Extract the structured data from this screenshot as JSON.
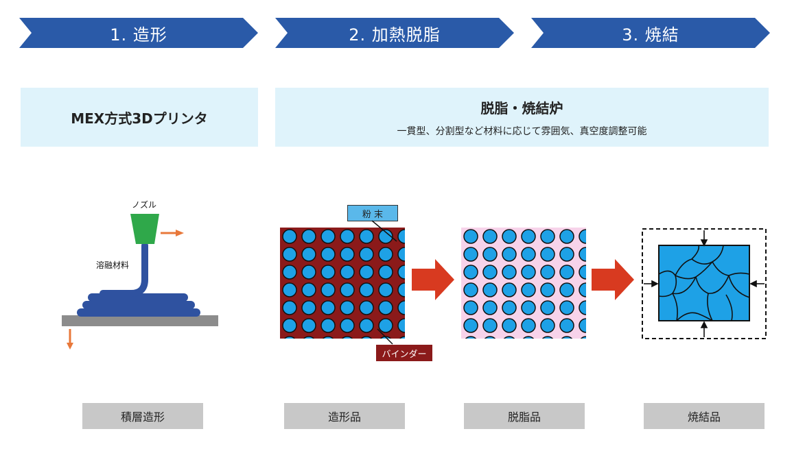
{
  "steps": [
    {
      "label": "1. 造形"
    },
    {
      "label": "2. 加熱脱脂"
    },
    {
      "label": "3. 焼結"
    }
  ],
  "equipment": {
    "printer": "MEX方式3Dプリンタ",
    "furnace_title": "脱脂・焼結炉",
    "furnace_desc": "一貫型、分割型など材料に応じて雰囲気、真空度調整可能"
  },
  "annotations": {
    "nozzle": "ノズル",
    "molten": "溶融材料",
    "powder": "粉 末",
    "binder": "バインダー"
  },
  "stages": {
    "layering": "積層造形",
    "green": "造形品",
    "brown": "脱脂品",
    "sintered": "焼結品"
  },
  "colors": {
    "chevron": "#2a5aa8",
    "box_bg": "#dff3fb",
    "particle": "#1ea1e6",
    "binder": "#8b1a1a",
    "arrow_red": "#d83a20",
    "nozzle_green": "#2fa84a",
    "filament_blue": "#2f52a0",
    "motion_orange": "#e8783a",
    "label_grey": "#c8c8c8"
  }
}
